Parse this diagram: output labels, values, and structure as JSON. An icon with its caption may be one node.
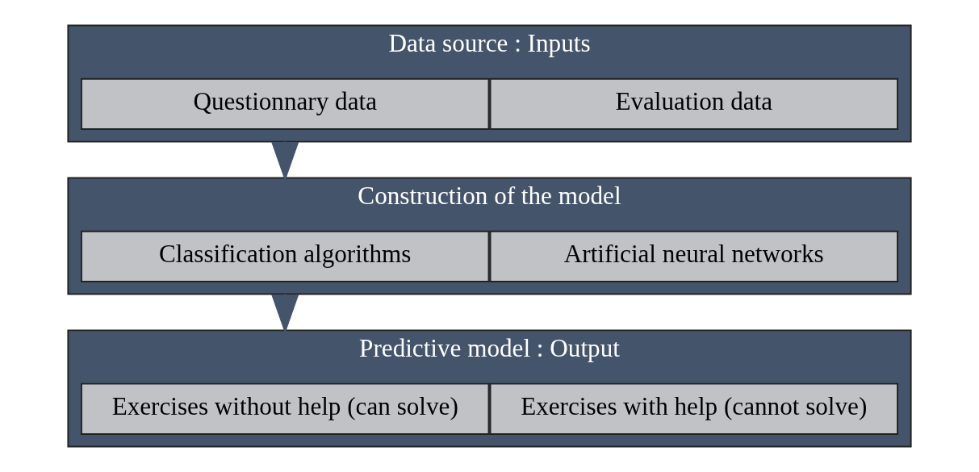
{
  "diagram": {
    "nodes": [
      {
        "text": [
          "Data source : Inputs"
        ]
      },
      {
        "text": [
          "Questionnary data"
        ],
        "in": 0
      },
      {
        "text": [
          "Evaluation data"
        ],
        "in": 0
      },
      {
        "text": [
          "Construction of the model"
        ]
      },
      {
        "text": [
          "Classification algorithms"
        ],
        "in": 3
      },
      {
        "text": [
          "Artificial neural networks"
        ],
        "in": 3
      },
      {
        "text": [
          "Predictive model : Output"
        ]
      },
      {
        "text": [
          "Exercises without help (can solve)"
        ],
        "in": 6
      },
      {
        "text": [
          "Exercises with help (cannot solve)"
        ],
        "in": 6
      }
    ],
    "edges": [
      {
        "from": 0,
        "to": 3,
        "arrow": "to"
      },
      {
        "from": 3,
        "to": 6,
        "arrow": "to"
      }
    ]
  }
}
